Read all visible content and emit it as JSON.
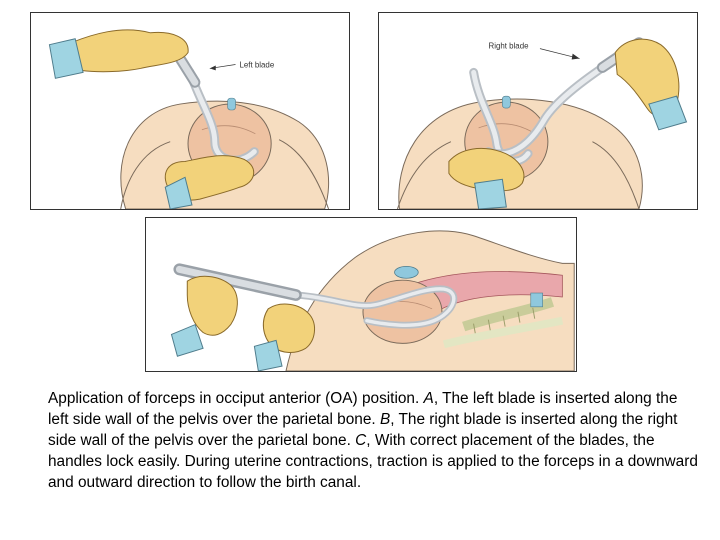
{
  "figures": {
    "a": {
      "callout": "Left blade"
    },
    "b": {
      "callout": "Right blade"
    },
    "c": {}
  },
  "caption": {
    "p1": "Application of forceps in occiput anterior (OA) position. ",
    "a": "A",
    "p2": ", The left blade is inserted along the left side wall of the pelvis over the parietal bone. ",
    "b": "B",
    "p3": ", The right blade is inserted along the right side wall of the pelvis over the parietal bone. ",
    "c": "C",
    "p4": ", With correct placement of the blades, the handles lock easily. During uterine contractions, traction is applied to the forceps in a downward and outward direction to follow the birth canal."
  },
  "colors": {
    "skin": "#f6ddc0",
    "baby_head": "#eec2a2",
    "glove": "#f2d27a",
    "cuff": "#9fd4e2",
    "blade": "#d9dde1",
    "tissue_pink": "#e9a7ab",
    "bone": "#e3e6c3",
    "bladder": "#8fc8dd"
  }
}
